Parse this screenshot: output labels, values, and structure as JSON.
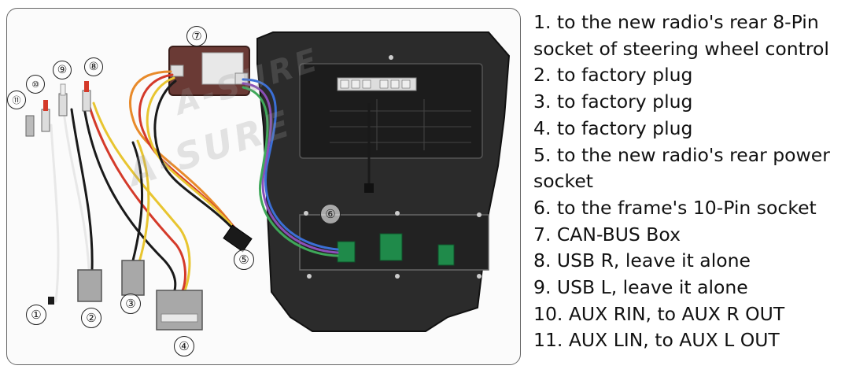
{
  "figure": {
    "callouts": [
      "①",
      "②",
      "③",
      "④",
      "⑤",
      "⑥",
      "⑦",
      "⑧",
      "⑨",
      "⑩",
      "⑪"
    ],
    "watermark": "A-SURE",
    "colors": {
      "panel": "#2b2b2b",
      "screen": "#1c1c1c",
      "pcb": "#1f8a4a",
      "box": "#6a3a35",
      "plug": "#a8a8a8",
      "wire_red": "#d43a2a",
      "wire_orange": "#e88a2a",
      "wire_yellow": "#e8c530",
      "wire_blue": "#3b6fd6",
      "wire_purple": "#8a4fb8",
      "wire_green": "#3fa85a",
      "wire_black": "#1a1a1a",
      "wire_white": "#e8e8e8"
    }
  },
  "legend": [
    "1. to the new radio's rear 8-Pin socket of steering wheel control",
    "2. to factory plug",
    "3. to factory plug",
    "4. to factory plug",
    "5. to the new radio's rear power socket",
    "6. to the frame's 10-Pin socket",
    "7. CAN-BUS Box",
    "8. USB R, leave it alone",
    "9. USB L, leave it alone",
    "10. AUX RIN, to AUX R OUT",
    "11. AUX LIN, to AUX L OUT"
  ]
}
